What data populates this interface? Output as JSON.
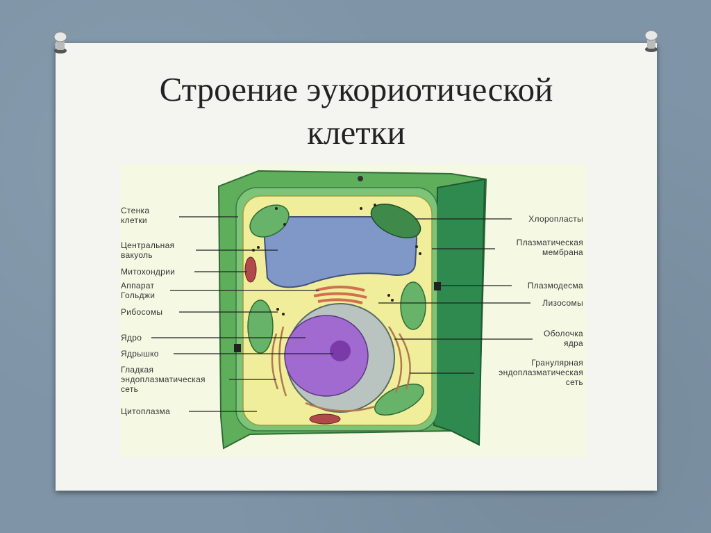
{
  "title_line1": "Строение эукориотической",
  "title_line2": "клетки",
  "diagram": {
    "left_labels": [
      {
        "line1": "Стенка",
        "line2": "клетки"
      },
      {
        "line1": "Центральная",
        "line2": "вакуоль"
      },
      {
        "line1": "Митохондрии"
      },
      {
        "line1": "Аппарат",
        "line2": "Гольджи"
      },
      {
        "line1": "Рибосомы"
      },
      {
        "line1": "Ядро"
      },
      {
        "line1": "Ядрышко"
      },
      {
        "line1": "Гладкая",
        "line2": "эндоплазматическая",
        "line3": "сеть"
      },
      {
        "line1": "Цитоплазма"
      }
    ],
    "right_labels": [
      {
        "line1": "Хлоропласты"
      },
      {
        "line1": "Плазматическая",
        "line2": "мембрана"
      },
      {
        "line1": "Плазмодесма"
      },
      {
        "line1": "Лизосомы"
      },
      {
        "line1": "Оболочка",
        "line2": "ядра"
      },
      {
        "line1": "Гранулярная",
        "line2": "эндоплазматическая",
        "line3": "сеть"
      }
    ]
  }
}
